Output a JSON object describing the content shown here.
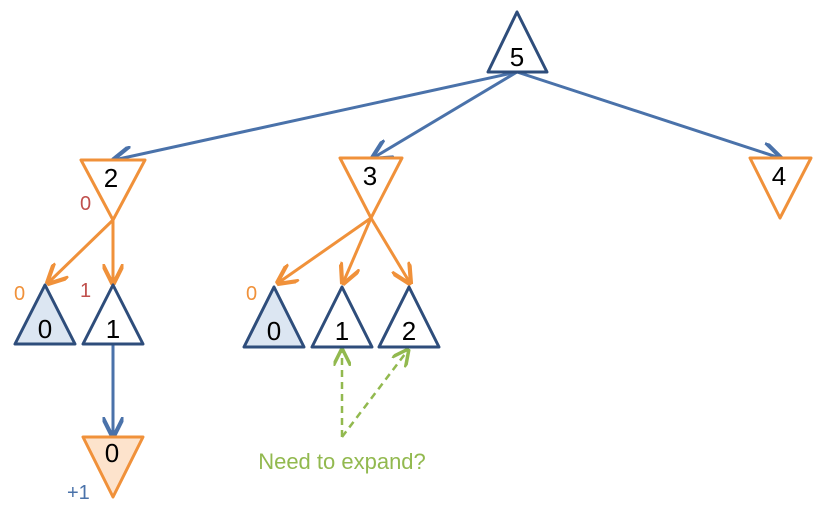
{
  "colors": {
    "max_node": "#2e4d7b",
    "min_node": "#f0913a",
    "blue_edge": "#4a72aa",
    "orange_edge": "#f0913a",
    "green_hint": "#92b94f",
    "terminal_fill": "#dce6f2",
    "min_fill": "#fde3cc",
    "red_label": "#c0504d"
  },
  "nodes": {
    "root": "5",
    "a": "2",
    "b": "3",
    "c": "4",
    "a0": "0",
    "a1": "1",
    "a1_child": "0",
    "b0": "0",
    "b1": "1",
    "b2": "2"
  },
  "side_labels": {
    "a": "0",
    "a0": "0",
    "a1": "1",
    "b0": "0",
    "a1_child": "+1"
  },
  "note": "Need to expand?"
}
